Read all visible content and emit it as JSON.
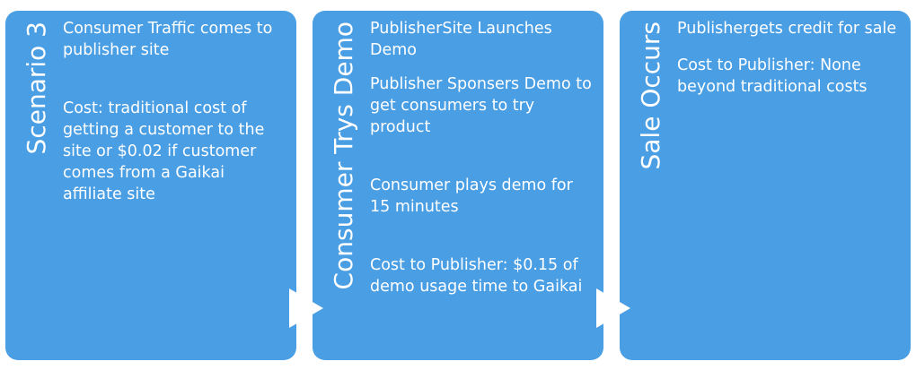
{
  "panels": [
    {
      "title": "Scenario 3",
      "paragraphs": [
        "Consumer Traffic comes to publisher site",
        "Cost: traditional cost of getting a customer to the site or $0.02 if customer comes from a Gaikai affiliate site"
      ]
    },
    {
      "title": "Consumer Trys Demo",
      "paragraphs": [
        "PublisherSite Launches Demo",
        "Publisher Sponsers Demo to get consumers to try product",
        "Consumer plays demo for 15 minutes",
        "Cost to Publisher: $0.15 of demo usage time to Gaikai"
      ]
    },
    {
      "title": "Sale Occurs",
      "paragraphs": [
        "Publishergets credit for sale",
        "Cost to Publisher: None beyond traditional costs"
      ]
    }
  ],
  "colors": {
    "panel": "#4a9ee4",
    "text": "#ffffff",
    "arrow": "#ffffff"
  }
}
